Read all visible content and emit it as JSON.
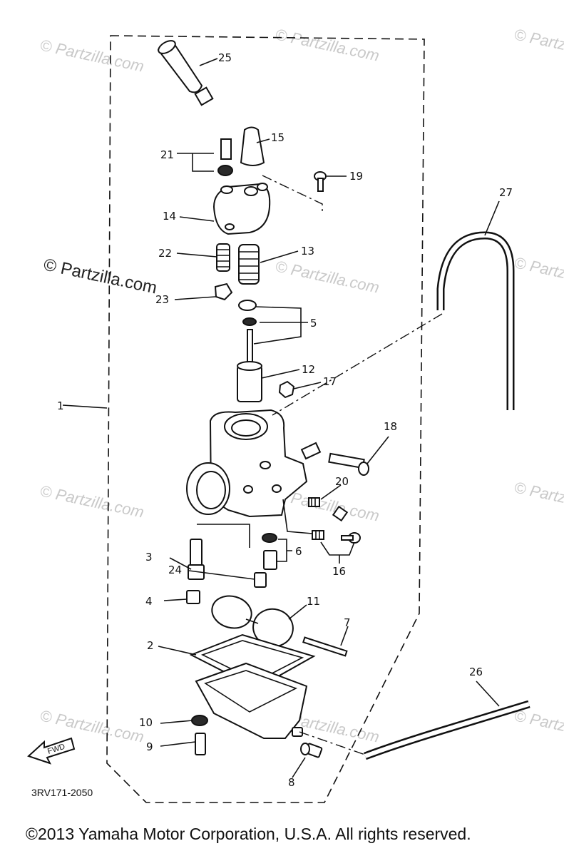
{
  "diagram": {
    "drawing_code": "3RV171-2050",
    "copyright": "©2013 Yamaha Motor Corporation, U.S.A. All rights reserved.",
    "fwd_label": "FWD",
    "watermark": "© Partzilla.com",
    "watermark_small": "Partzilla.com",
    "callouts": {
      "c1": "1",
      "c2": "2",
      "c3": "3",
      "c4": "4",
      "c5": "5",
      "c6": "6",
      "c7": "7",
      "c8": "8",
      "c9": "9",
      "c10": "10",
      "c11": "11",
      "c12": "12",
      "c13": "13",
      "c14": "14",
      "c15": "15",
      "c16": "16",
      "c17": "17",
      "c18": "18",
      "c19": "19",
      "c20": "20",
      "c21": "21",
      "c22": "22",
      "c23": "23",
      "c24": "24",
      "c25": "25",
      "c26": "26",
      "c27": "27"
    }
  }
}
